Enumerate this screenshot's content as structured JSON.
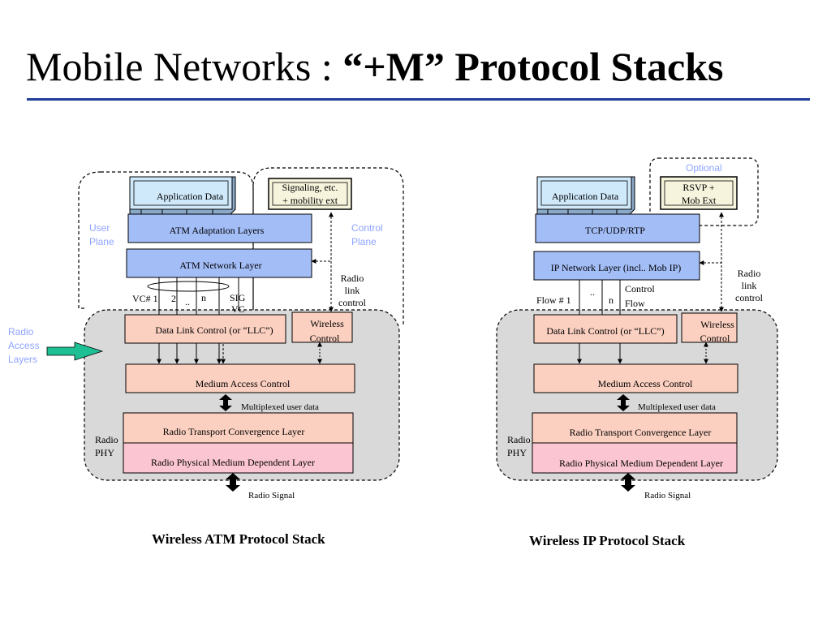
{
  "title": {
    "part1": "Mobile Networks : ",
    "part2": "“+M” Protocol Stacks"
  },
  "atm": {
    "app_data": "Application Data",
    "signaling_line1": "Signaling, etc.",
    "signaling_line2": "+ mobility ext",
    "user_plane_line1": "User",
    "user_plane_line2": "Plane",
    "control_plane_line1": "Control",
    "control_plane_line2": "Plane",
    "aal": "ATM Adaptation Layers",
    "network": "ATM Network Layer",
    "radio_link_control_line1": "Radio",
    "radio_link_control_line2": "link",
    "radio_link_control_line3": "control",
    "vc1": "VC# 1",
    "vc2": "2",
    "vc_dots": "..",
    "vc_n": "n",
    "sig_vc_line1": "SIG",
    "sig_vc_line2": "VC",
    "dlc": "Data Link Control (or “LLC”)",
    "wireless_control_line1": "Wireless",
    "wireless_control_line2": "Control",
    "mac": "Medium Access Control",
    "mux": "Multiplexed user data",
    "rtc": "Radio Transport Convergence Layer",
    "rpmd": "Radio Physical Medium Dependent Layer",
    "radio_phy_line1": "Radio",
    "radio_phy_line2": "PHY",
    "radio_signal": "Radio Signal",
    "caption": "Wireless ATM Protocol Stack"
  },
  "ip": {
    "optional": "Optional",
    "app_data": "Application Data",
    "rsvp_line1": "RSVP +",
    "rsvp_line2": "Mob Ext",
    "tcp": "TCP/UDP/RTP",
    "network": "IP Network Layer (incl.. Mob IP)",
    "radio_link_control_line1": "Radio",
    "radio_link_control_line2": "link",
    "radio_link_control_line3": "control",
    "flow1": "Flow # 1",
    "flow_dots": "..",
    "flow_n": "n",
    "control_flow_line1": "Control",
    "control_flow_line2": "Flow",
    "dlc": "Data Link Control (or “LLC”)",
    "wireless_control_line1": "Wireless",
    "wireless_control_line2": "Control",
    "mac": "Medium Access Control",
    "mux": "Multiplexed user data",
    "rtc": "Radio Transport Convergence Layer",
    "rpmd": "Radio Physical Medium Dependent Layer",
    "radio_phy_line1": "Radio",
    "radio_phy_line2": "PHY",
    "radio_signal": "Radio Signal",
    "caption": "Wireless IP Protocol Stack"
  },
  "radio_access_layers": {
    "line1": "Radio",
    "line2": "Access",
    "line3": "Layers"
  },
  "colors": {
    "title_rule": "#1f3d99",
    "app_box": "#cfe9fb",
    "blue_layer": "#a3bdf7",
    "signal_box": "#f6f4dc",
    "salmon": "#fbd0c0",
    "pink": "#fbc6d1",
    "gray_region": "#d9d9d9",
    "label_blue": "#8fa4ff",
    "arrow_green": "#1fbf94"
  }
}
